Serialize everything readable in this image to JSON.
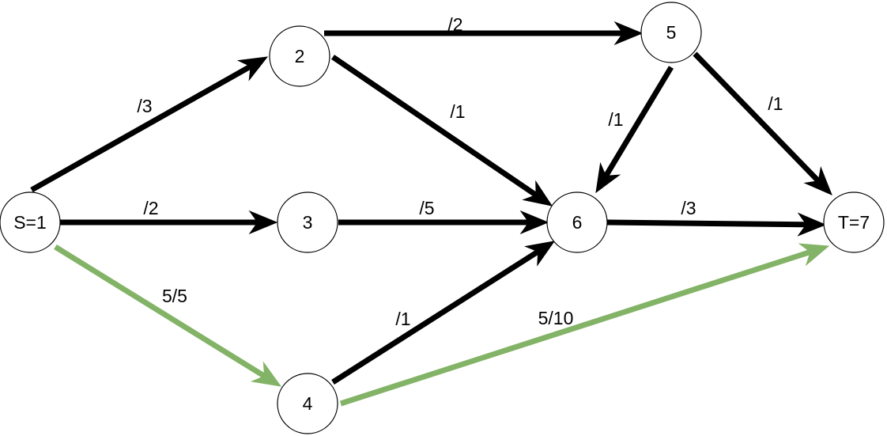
{
  "colors": {
    "default_edge": "#000000",
    "flow_edge": "#82b366"
  },
  "nodes": [
    {
      "id": "1",
      "label": "S=1"
    },
    {
      "id": "2",
      "label": "2"
    },
    {
      "id": "3",
      "label": "3"
    },
    {
      "id": "4",
      "label": "4"
    },
    {
      "id": "5",
      "label": "5"
    },
    {
      "id": "6",
      "label": "6"
    },
    {
      "id": "7",
      "label": "T=7"
    }
  ],
  "edges": [
    {
      "from": "1",
      "to": "2",
      "label": "/3",
      "flow": false
    },
    {
      "from": "1",
      "to": "3",
      "label": "/2",
      "flow": false
    },
    {
      "from": "1",
      "to": "4",
      "label": "5/5",
      "flow": true
    },
    {
      "from": "2",
      "to": "5",
      "label": "/2",
      "flow": false
    },
    {
      "from": "2",
      "to": "6",
      "label": "/1",
      "flow": false
    },
    {
      "from": "3",
      "to": "6",
      "label": "/5",
      "flow": false
    },
    {
      "from": "4",
      "to": "6",
      "label": "/1",
      "flow": false
    },
    {
      "from": "4",
      "to": "7",
      "label": "5/10",
      "flow": true
    },
    {
      "from": "5",
      "to": "6",
      "label": "/1",
      "flow": false
    },
    {
      "from": "5",
      "to": "7",
      "label": "/1",
      "flow": false
    },
    {
      "from": "6",
      "to": "7",
      "label": "/3",
      "flow": false
    }
  ]
}
